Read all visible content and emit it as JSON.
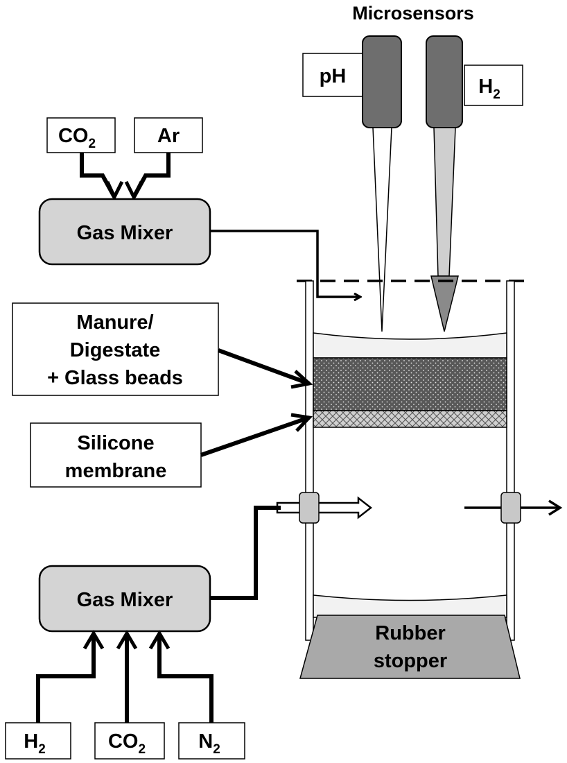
{
  "title": "Microsensors",
  "sensors": {
    "ph": "pH",
    "h2": {
      "base": "H",
      "sub": "2"
    }
  },
  "top_inputs": {
    "co2": {
      "base": "CO",
      "sub": "2"
    },
    "ar": "Ar"
  },
  "gas_mixer_top": "Gas Mixer",
  "gas_mixer_bottom": "Gas Mixer",
  "bottom_inputs": {
    "h2": {
      "base": "H",
      "sub": "2"
    },
    "co2": {
      "base": "CO",
      "sub": "2"
    },
    "n2": {
      "base": "N",
      "sub": "2"
    }
  },
  "callouts": {
    "manure": [
      "Manure/",
      "Digestate",
      "+ Glass beads"
    ],
    "silicone": [
      "Silicone",
      "membrane"
    ]
  },
  "stopper": [
    "Rubber",
    "stopper"
  ],
  "colors": {
    "mixer_fill": "#d4d4d4",
    "sensor_body": "#6e6e6e",
    "sensor_tip_h2": "#8a8a8a",
    "sample_layer": "#585858",
    "membrane_layer": "#c8c8c8",
    "stopper_fill": "#a9a9a9",
    "line": "#000000"
  }
}
